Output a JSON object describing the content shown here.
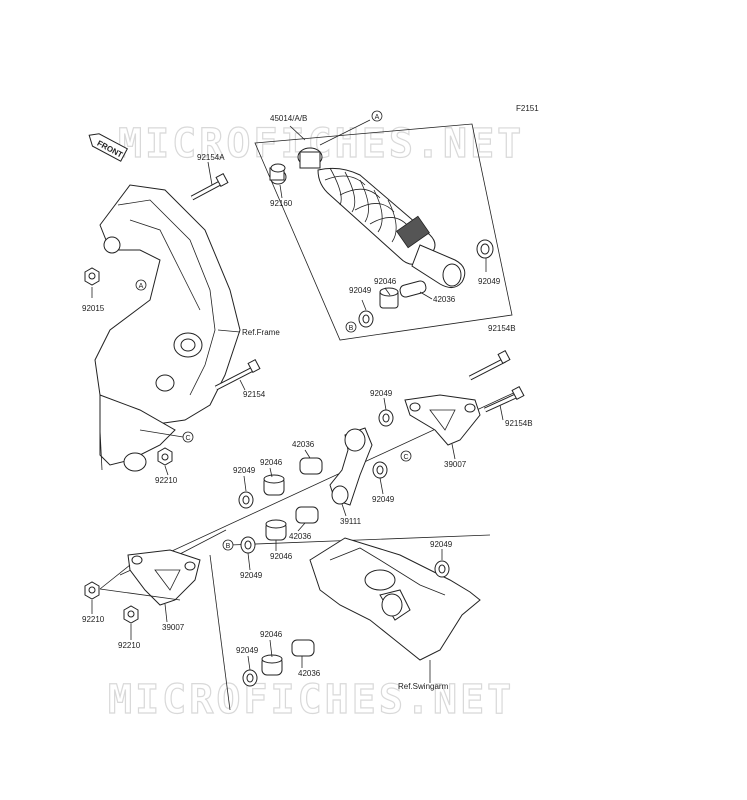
{
  "watermark": "MICROFICHES.NET",
  "figure_code": "F2151",
  "front_badge": "FRONT",
  "labels": {
    "p45014": "45014/A/B",
    "p92154A": "92154A",
    "p92160": "92160",
    "p92015": "92015",
    "p92046_top": "92046",
    "p92049_top_a": "92049",
    "p92049_top_b": "92049",
    "p42036_top": "42036",
    "ref_frame": "Ref.Frame",
    "p92154B_top": "92154B",
    "p92154": "92154",
    "p92049_mid": "92049",
    "p92154B_mid": "92154B",
    "p42036_mid": "42036",
    "p92046_mid": "92046",
    "p92049_left": "92049",
    "p92210_top": "92210",
    "p39007_right": "39007",
    "p92049_c": "92049",
    "p39111": "39111",
    "p42036_low": "42036",
    "p92046_low": "92046",
    "p92049_low": "92049",
    "p92049_right": "92049",
    "p92210_left": "92210",
    "p39007_left": "39007",
    "p92210_bottom": "92210",
    "p92046_bot": "92046",
    "p92049_bot": "92049",
    "p42036_bot": "42036",
    "ref_swingarm": "Ref.Swingarm"
  },
  "callouts": {
    "a_top": "A",
    "a_frame": "A",
    "b_top": "B",
    "b_mid": "B",
    "c_frame": "C",
    "c_mid": "C"
  }
}
